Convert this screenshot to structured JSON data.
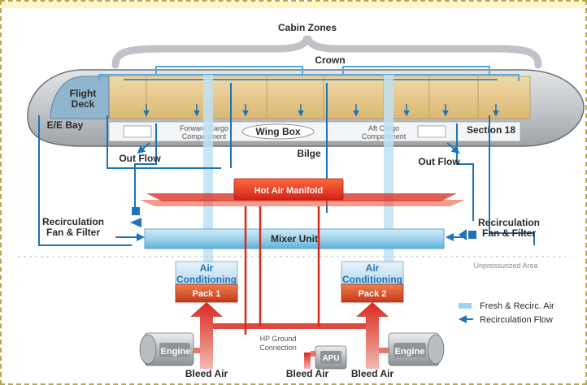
{
  "labels": {
    "cabin_zones": "Cabin Zones",
    "crown": "Crown",
    "flight_deck_1": "Flight",
    "flight_deck_2": "Deck",
    "ee_bay": "E/E Bay",
    "fwd_cargo_1": "Forward Cargo",
    "fwd_cargo_2": "Compartment",
    "wing_box": "Wing Box",
    "aft_cargo_1": "Aft Cargo",
    "aft_cargo_2": "Compartment",
    "section_18": "Section 18",
    "out_flow_left": "Out Flow",
    "out_flow_right": "Out Flow",
    "bilge": "Bilge",
    "hot_air_manifold": "Hot Air Manifold",
    "recirc_left_1": "Recirculation",
    "recirc_left_2": "Fan & Filter",
    "recirc_right_1": "Recirculation",
    "recirc_right_2": "Fan & Filter",
    "mixer_unit": "Mixer Unit",
    "unpressurized_area": "Unpressurized Area",
    "pack1_1": "Air",
    "pack1_2": "Conditioning",
    "pack1_3": "Pack 1",
    "pack2_1": "Air",
    "pack2_2": "Conditioning",
    "pack2_3": "Pack 2",
    "hp_ground_1": "HP Ground",
    "hp_ground_2": "Connection",
    "engine_left": "Engine",
    "apu": "APU",
    "engine_right": "Engine",
    "bleed_air_left": "Bleed Air",
    "bleed_air_center": "Bleed Air",
    "bleed_air_right": "Bleed Air"
  },
  "legend": {
    "fresh_recirc": "Fresh & Recirc. Air",
    "recirc_flow": "Recirculation Flow"
  },
  "colors": {
    "recirc_blue": "#1f73b7",
    "fresh_blue": "#9fd3ec",
    "hot_red": "#d8291f",
    "cabin_tan": "#e8c98a",
    "fuselage_grey": "#c8ccd0",
    "page_bg": "#fdf6c8",
    "border": "#b9a84a"
  }
}
